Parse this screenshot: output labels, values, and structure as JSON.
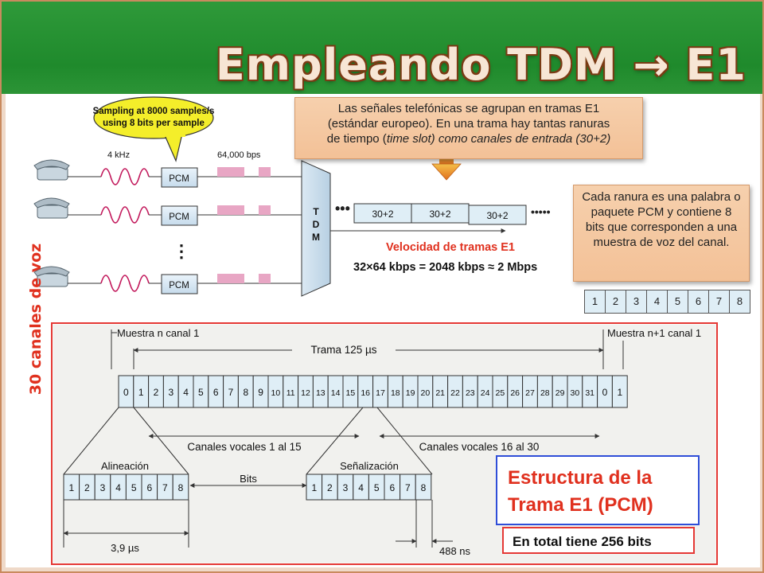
{
  "title": "Empleando TDM → E1",
  "top_diagram": {
    "speech_bubble": [
      "Sampling at 8000 samples/s",
      "using 8 bits per sample"
    ],
    "freq_label": "4 kHz",
    "rate_label": "64,000 bps",
    "pcm_label": "PCM",
    "tdm_letters": [
      "T",
      "D",
      "M"
    ],
    "vertical_dots": "⋮",
    "frame_slot": "30+2",
    "dots": "•••",
    "dots_long": "•••••",
    "rate_title": "Velocidad de tramas E1",
    "rate_formula": "32×64 kbps = 2048 kbps ≈ 2 Mbps",
    "side_label": "30 canales de voz"
  },
  "callout_top": {
    "line1": "Las señales telefónicas se agrupan en tramas E1",
    "line2": "(estándar europeo). En una trama hay tantas ranuras",
    "line3_normal": "de tiempo (",
    "line3_italic": "time slot) como canales de entrada (30+2)"
  },
  "callout_side": {
    "text": "Cada ranura es una palabra o paquete PCM y contiene 8 bits que corresponden a una muestra de voz del canal."
  },
  "bits_grid": [
    "1",
    "2",
    "3",
    "4",
    "5",
    "6",
    "7",
    "8"
  ],
  "frame_diagram": {
    "muestra_n": "Muestra n canal 1",
    "muestra_n1": "Muestra n+1 canal 1",
    "trama": "Trama 125 µs",
    "slots": [
      "0",
      "1",
      "2",
      "3",
      "4",
      "5",
      "6",
      "7",
      "8",
      "9",
      "10",
      "11",
      "12",
      "13",
      "14",
      "15",
      "16",
      "17",
      "18",
      "19",
      "20",
      "21",
      "22",
      "23",
      "24",
      "25",
      "26",
      "27",
      "28",
      "29",
      "30",
      "31",
      "0",
      "1"
    ],
    "canales_1_15": "Canales vocales 1 al 15",
    "canales_16_30": "Canales vocales 16 al 30",
    "alineacion": "Alineación",
    "senalizacion": "Señalización",
    "bits_label": "Bits",
    "bits": [
      "1",
      "2",
      "3",
      "4",
      "5",
      "6",
      "7",
      "8"
    ],
    "time_39": "3,9 µs",
    "time_488": "488 ns",
    "struct_title_1": "Estructura de la",
    "struct_title_2": "Trama E1 (PCM)",
    "total_bits": "En total tiene 256 bits"
  },
  "colors": {
    "banner": "#2f9a3a",
    "title_fill": "#f7e6d5",
    "accent_red": "#e0301e",
    "slot_fill": "#dfeef6",
    "callout": "#f3c197"
  }
}
